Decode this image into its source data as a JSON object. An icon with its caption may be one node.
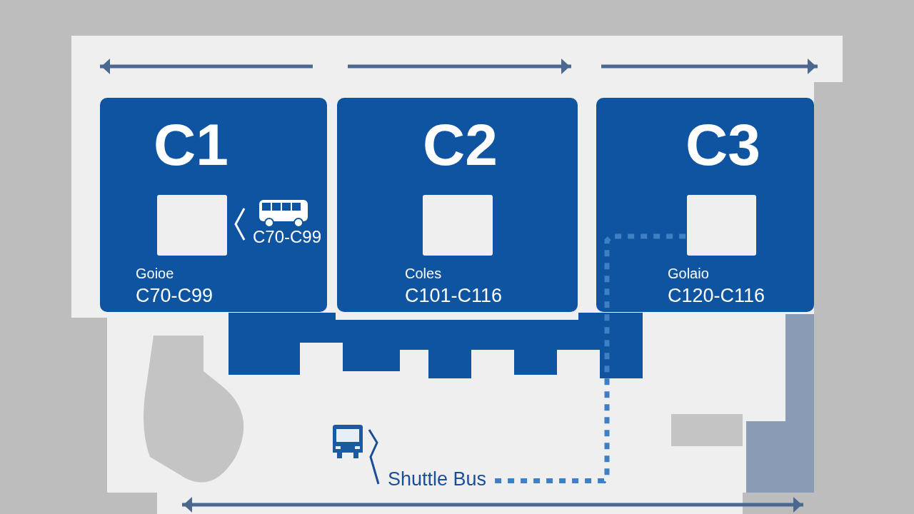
{
  "diagram": {
    "nodes": [
      {
        "text": [
          "C1",
          "Goioe",
          "C70-C99"
        ]
      },
      {
        "text": [],
        "shape": "box",
        "in": 0
      },
      {
        "text": [
          "C2",
          "Coles",
          "C101-C116"
        ]
      },
      {
        "text": [],
        "shape": "box",
        "in": 2
      },
      {
        "text": [
          "C3",
          "Golaio",
          "C120-C116"
        ]
      },
      {
        "text": [],
        "shape": "box",
        "in": 4
      },
      {
        "text": [
          "Shuttle Bus"
        ]
      }
    ],
    "edges": [
      {
        "from": 6,
        "to": 5,
        "arrow": "none",
        "style": "dashed"
      }
    ],
    "labels": [
      "C70-C99"
    ]
  }
}
